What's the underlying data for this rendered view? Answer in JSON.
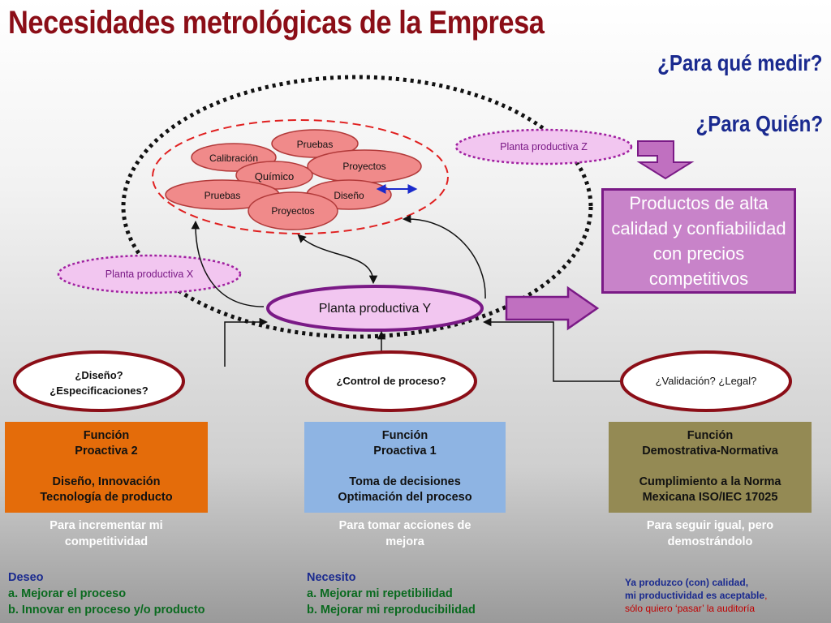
{
  "title": "Necesidades metrológicas de la Empresa",
  "questions": {
    "q1": "¿Para qué medir?",
    "q2": "¿Para Quién?"
  },
  "cluster": [
    {
      "label": "Pruebas"
    },
    {
      "label": "Calibración"
    },
    {
      "label": "Proyectos"
    },
    {
      "label": "Químico"
    },
    {
      "label": "Diseño"
    },
    {
      "label": "Pruebas"
    },
    {
      "label": "Proyectos"
    }
  ],
  "plants": {
    "z": "Planta productiva Z",
    "x": "Planta productiva X",
    "y": "Planta productiva Y"
  },
  "result": "Productos de alta calidad y confiabilidad con precios competitivos",
  "decisions": {
    "left": {
      "line1": "¿Diseño?",
      "line2": "¿Especificaciones?"
    },
    "center": "¿Control de proceso?",
    "right": "¿Validación? ¿Legal?"
  },
  "functions": {
    "proactive2": {
      "title1": "Función",
      "title2": "Proactiva 2",
      "body1": "Diseño, Innovación",
      "body2": "Tecnología de producto"
    },
    "proactive1": {
      "title1": "Función",
      "title2": "Proactiva 1",
      "body1": "Toma de decisiones",
      "body2": "Optimación del proceso"
    },
    "normative": {
      "title1": "Función",
      "title2": "Demostrativa-Normativa",
      "body1": "Cumplimiento a la Norma",
      "body2": "Mexicana ISO/IEC 17025"
    }
  },
  "notes": {
    "proactive2": {
      "line1": "Para incrementar mi",
      "line2": "competitividad"
    },
    "proactive1": {
      "line1": "Para tomar acciones de",
      "line2": "mejora"
    },
    "normative": {
      "line1": "Para seguir igual, pero",
      "line2": "demostrándolo"
    }
  },
  "wishes": {
    "head": "Deseo",
    "a": "a. Mejorar el proceso",
    "b": "b. Innovar en proceso y/o  producto"
  },
  "needs": {
    "head": "Necesito",
    "a": "a. Mejorar mi repetibilidad",
    "b": "b. Mejorar mi reproducibilidad"
  },
  "produce": {
    "line1": "Ya produzco (con) calidad,",
    "line2": "mi productividad es aceptable",
    "line2_end": ",",
    "line3": "sólo quiero ‘pasar’ la auditoría"
  },
  "colors": {
    "title": "#8b0e17",
    "question": "#1a2a8f",
    "bubble": "#f08a8a",
    "bubble_stroke": "#b23a3a",
    "plant_fill": "#f2c6f0",
    "plant_stroke": "#a020a0",
    "arrow_fill": "#c070c0",
    "orange": "#e46c0a",
    "blue": "#8eb4e3",
    "olive": "#948a54"
  }
}
